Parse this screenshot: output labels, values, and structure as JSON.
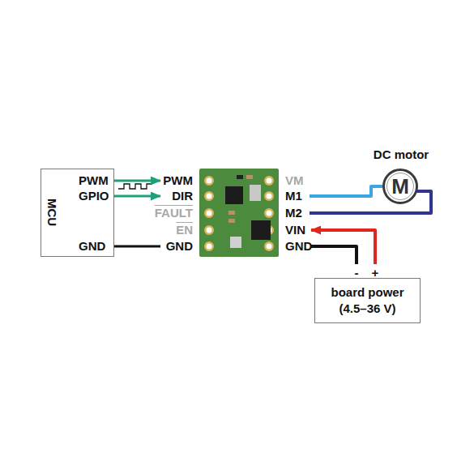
{
  "diagram": {
    "nodes": [
      {
        "text": [
          "MCU",
          "PWM",
          "GPIO",
          "GND"
        ]
      },
      {
        "text": [
          "PWM",
          "DIR",
          "FAULT",
          "EN",
          "GND",
          "VM",
          "M1",
          "M2",
          "VIN",
          "GND"
        ]
      },
      {
        "text": [
          "DC motor",
          "M"
        ]
      },
      {
        "text": [
          "board power (4.5–36 V)"
        ]
      }
    ],
    "edges": [
      {
        "from": 0,
        "to": 1,
        "arrow": "to"
      },
      {
        "from": 0,
        "to": 1,
        "arrow": "to"
      },
      {
        "from": 0,
        "to": 1,
        "arrow": "none"
      },
      {
        "from": 1,
        "to": 2,
        "arrow": "none"
      },
      {
        "from": 1,
        "to": 2,
        "arrow": "none"
      },
      {
        "from": 3,
        "to": 1,
        "arrow": "to"
      },
      {
        "from": 3,
        "to": 1,
        "arrow": "none"
      }
    ],
    "labels": [
      "-",
      "+"
    ]
  }
}
